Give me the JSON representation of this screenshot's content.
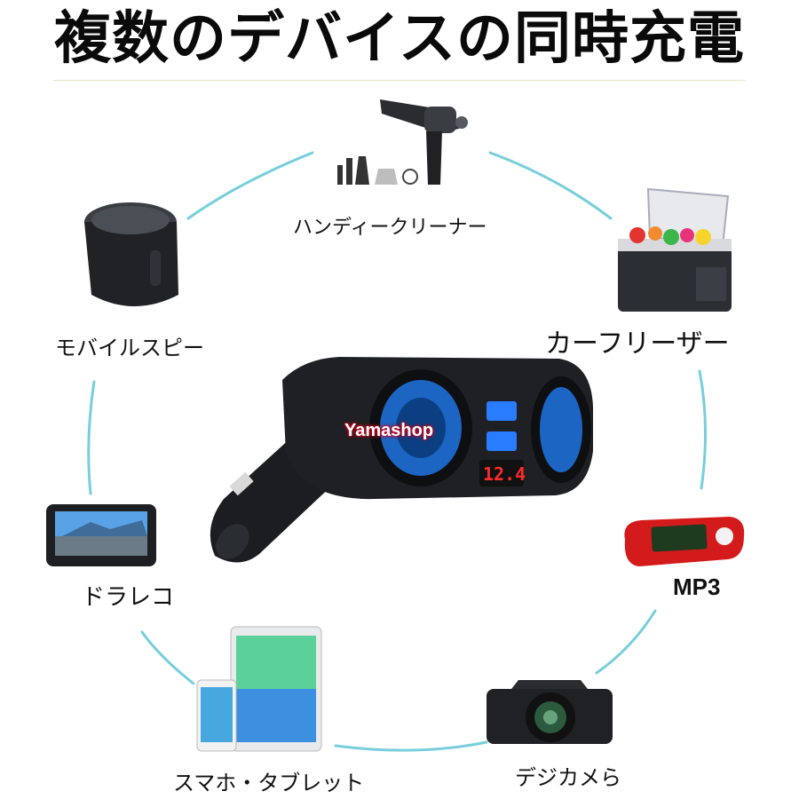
{
  "title": "複数のデバイスの同時充電",
  "watermark": "Yamashop",
  "display_reading": "12.4",
  "devices": [
    {
      "label": "ハンディークリーナー"
    },
    {
      "label": "カーフリーザー"
    },
    {
      "label": "MP3"
    },
    {
      "label": "デジカメら"
    },
    {
      "label": "スマホ・タブレット"
    },
    {
      "label": "ドラレコ"
    },
    {
      "label": "モバイルスピー"
    }
  ],
  "colors": {
    "ring": "#5fc6d6",
    "charger_body": "#1b1d21",
    "socket_glow": "#1e6fd6",
    "usb_glow": "#2a7cff",
    "display_red": "#ff2a2a",
    "mp3_red": "#d41b1b"
  },
  "icons": [
    "vacuum-cleaner-icon",
    "car-fridge-icon",
    "mp3-player-icon",
    "digital-camera-icon",
    "smartphone-tablet-icon",
    "dashcam-icon",
    "bluetooth-speaker-icon",
    "car-charger-icon"
  ]
}
